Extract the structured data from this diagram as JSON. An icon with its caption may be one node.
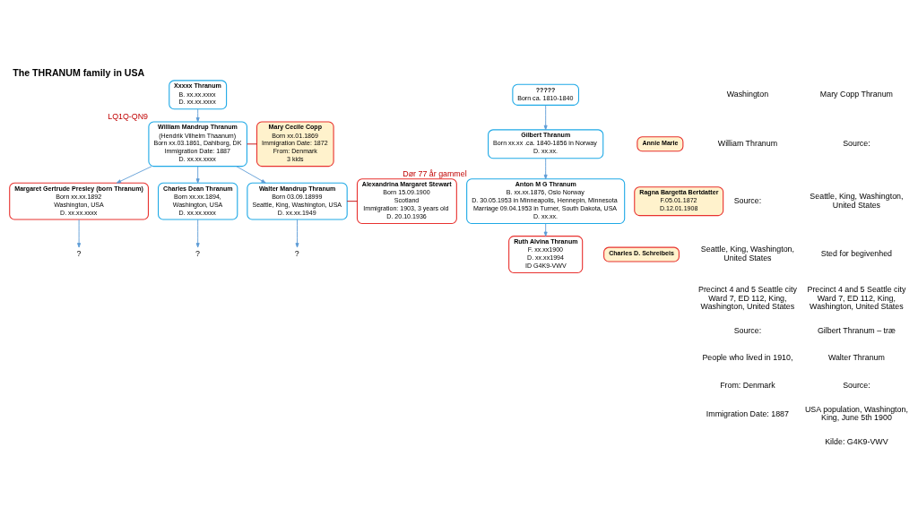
{
  "diagram": {
    "title": "The THRANUM family in USA",
    "nodes": [
      {
        "text": [
          "Xxxxx Thranum",
          "B. xx.xx.xxxx",
          "D. xx.xx.xxxx"
        ]
      },
      {
        "text": [
          "William Mandrup Thranum",
          "(Hendrik Vilhelm Thaanum)",
          "Born xx.03.1861, Dahlborg, DK",
          "Immigration Date: 1887",
          "D. xx.xx.xxxx"
        ],
        "beside": [
          "LQ1Q-QN9"
        ]
      },
      {
        "text": [
          "Mary Cecile Copp",
          "Born xx.01.1869",
          "Immigration Date: 1872",
          "From: Denmark",
          "3 kids"
        ]
      },
      {
        "text": [
          "Margaret Gertrude Presley (born Thranum)",
          "Born xx.xx.1892",
          "Washington, USA",
          "D. xx.xx.xxxx"
        ]
      },
      {
        "text": [
          "Charles Dean Thranum",
          "Born xx.xx.1894,",
          "Washington, USA",
          "D. xx.xx.xxxx"
        ]
      },
      {
        "text": [
          "Walter Mandrup Thranum",
          "Born 03.09.18999",
          "Seattle, King, Washington, USA",
          "D. xx.xx.1949"
        ]
      },
      {
        "text": [
          "Alexandrina Margaret Stewart",
          "Born 15.09.1900",
          "Scotland",
          "Immigration: 1903, 3 years old",
          "D. 20.10.1936"
        ]
      },
      {
        "text": [
          "?"
        ]
      },
      {
        "text": [
          "?"
        ]
      },
      {
        "text": [
          "?"
        ]
      },
      {
        "text": [
          "?????",
          "Born ca. 1810-1840"
        ]
      },
      {
        "text": [
          "Gilbert Thranum",
          "Born xx.xx .ca. 1840-1856 in Norway",
          "D. xx.xx."
        ]
      },
      {
        "text": [
          "Annie Marie"
        ]
      },
      {
        "text": [
          "Anton M G Thranum",
          "B. xx.xx.1876, Oslo Norway",
          "D. 30.05.1953 in Minneapolis, Hennepin, Minnesota",
          "Marriage 09.04.1953 in Turner, South Dakota, USA",
          "D. xx.xx."
        ],
        "beside": [
          "Dør 77 år gammel"
        ]
      },
      {
        "text": [
          "Ragna Bargetta Bertdatter",
          "F.05.01.1872",
          "D.12.01.1908"
        ]
      },
      {
        "text": [
          "Ruth Alvina Thranum",
          "F. xx.xx1900",
          "D. xx.xx1994",
          "ID G4K9-VWV"
        ]
      },
      {
        "text": [
          "Charles D. Schreibeis"
        ]
      }
    ],
    "edges": [
      {
        "from": 0,
        "to": 1,
        "arrow": "to"
      },
      {
        "from": 1,
        "to": 2,
        "arrow": "none",
        "color": "#c00000"
      },
      {
        "from": 1,
        "to": 3,
        "arrow": "to"
      },
      {
        "from": 1,
        "to": 4,
        "arrow": "to"
      },
      {
        "from": 1,
        "to": 5,
        "arrow": "to"
      },
      {
        "from": 5,
        "to": 6,
        "arrow": "none",
        "color": "#c00000"
      },
      {
        "from": 3,
        "to": 7,
        "arrow": "to"
      },
      {
        "from": 4,
        "to": 8,
        "arrow": "to"
      },
      {
        "from": 5,
        "to": 9,
        "arrow": "to"
      },
      {
        "from": 10,
        "to": 11,
        "arrow": "to"
      },
      {
        "from": 11,
        "to": 13,
        "arrow": "to"
      },
      {
        "from": 13,
        "to": 15,
        "arrow": "to"
      }
    ],
    "labels": [
      "Washington",
      "William Thranum",
      "Source:",
      "Seattle, King, Washington, United States",
      "Precinct 4 and 5 Seattle city Ward 7, ED 112, King, Washington, United States",
      "Source:",
      "People who lived in 1910,",
      "Mary Copp Thranum",
      "Source:",
      "Seattle, King, Washington, United States",
      "Sted for begivenhed",
      "Precinct 4 and 5 Seattle city Ward 7, ED 112, King, Washington, United States",
      "From: Denmark",
      "Immigration Date: 1887",
      "Walter Thranum",
      "Source:",
      "USA population, Washington, King, June 5th 1900",
      "Gilbert Thranum – træ",
      "Kilde: G4K9-VWV"
    ]
  }
}
